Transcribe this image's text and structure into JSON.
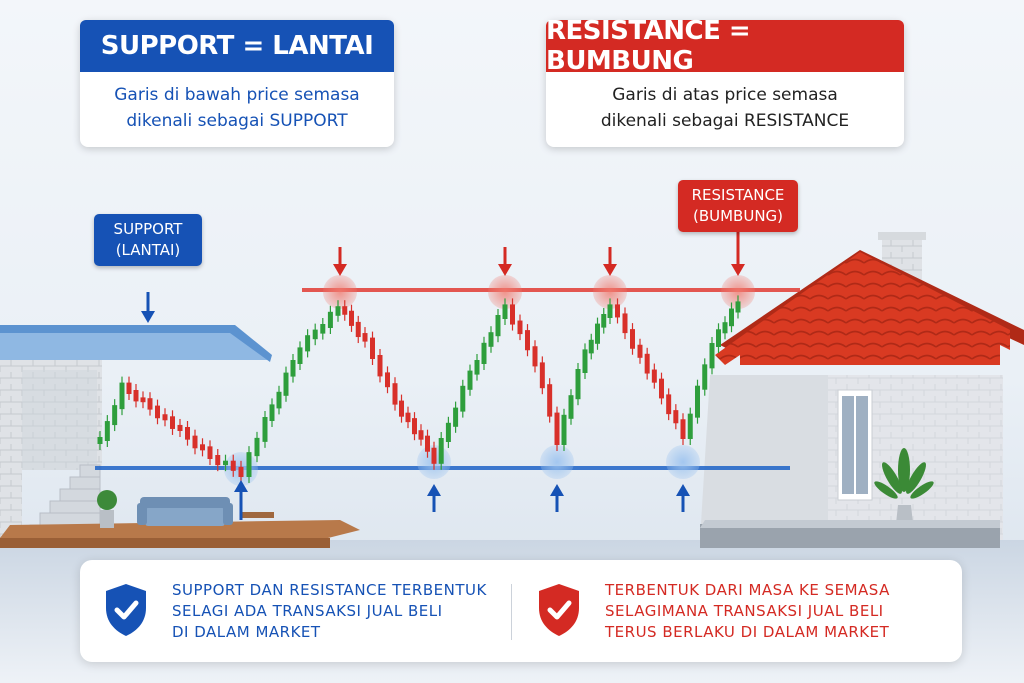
{
  "support_card": {
    "title": "SUPPORT = LANTAI",
    "line1": "Garis di bawah price semasa",
    "line2": "dikenali sebagai SUPPORT"
  },
  "resistance_card": {
    "title": "RESISTANCE = BUMBUNG",
    "line1": "Garis di atas price semasa",
    "line2": "dikenali sebagai RESISTANCE"
  },
  "support_tag": {
    "line1": "SUPPORT",
    "line2": "(LANTAI)"
  },
  "resistance_tag": {
    "line1": "RESISTANCE",
    "line2": "(BUMBUNG)"
  },
  "bottom_left": {
    "line1": "SUPPORT DAN RESISTANCE TERBENTUK",
    "line2": "SELAGI ADA TRANSAKSI JUAL BELI",
    "line3": "DI DALAM MARKET"
  },
  "bottom_right": {
    "line1": "TERBENTUK DARI MASA KE SEMASA",
    "line2": "SELAGIMANA TRANSAKSI JUAL BELI",
    "line3": "TERUS BERLAKU DI DALAM MARKET"
  },
  "colors": {
    "support": "#1652b5",
    "resistance": "#d42a23",
    "bull": "#2e9e3c",
    "bear": "#d8302a"
  },
  "icons": {
    "support_badge": "shield-check-icon",
    "resistance_badge": "shield-check-icon"
  }
}
